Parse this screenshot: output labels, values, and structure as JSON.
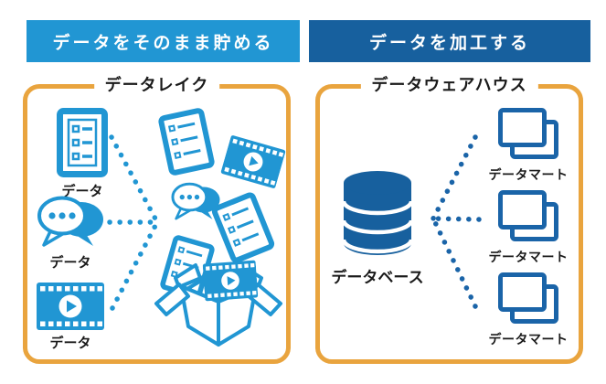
{
  "colors": {
    "light_blue": "#2196d3",
    "dark_blue": "#17609e",
    "mart_blue": "#1a64a8",
    "orange_border": "#e9a43e",
    "text": "#1a1a1a",
    "white": "#ffffff"
  },
  "headers": {
    "left": "データをそのまま貯める",
    "right": "データを加工する"
  },
  "data_lake": {
    "title": "データレイク",
    "sources": [
      {
        "icon": "document-list-icon",
        "label": "データ"
      },
      {
        "icon": "chat-bubbles-icon",
        "label": "データ"
      },
      {
        "icon": "film-icon",
        "label": "データ"
      }
    ],
    "destination_icon": "open-box-icon"
  },
  "data_warehouse": {
    "title": "データウェアハウス",
    "database": {
      "icon": "database-icon",
      "label": "データベース"
    },
    "marts": [
      {
        "icon": "stacked-windows-icon",
        "label": "データマート"
      },
      {
        "icon": "stacked-windows-icon",
        "label": "データマート"
      },
      {
        "icon": "stacked-windows-icon",
        "label": "データマート"
      }
    ]
  }
}
